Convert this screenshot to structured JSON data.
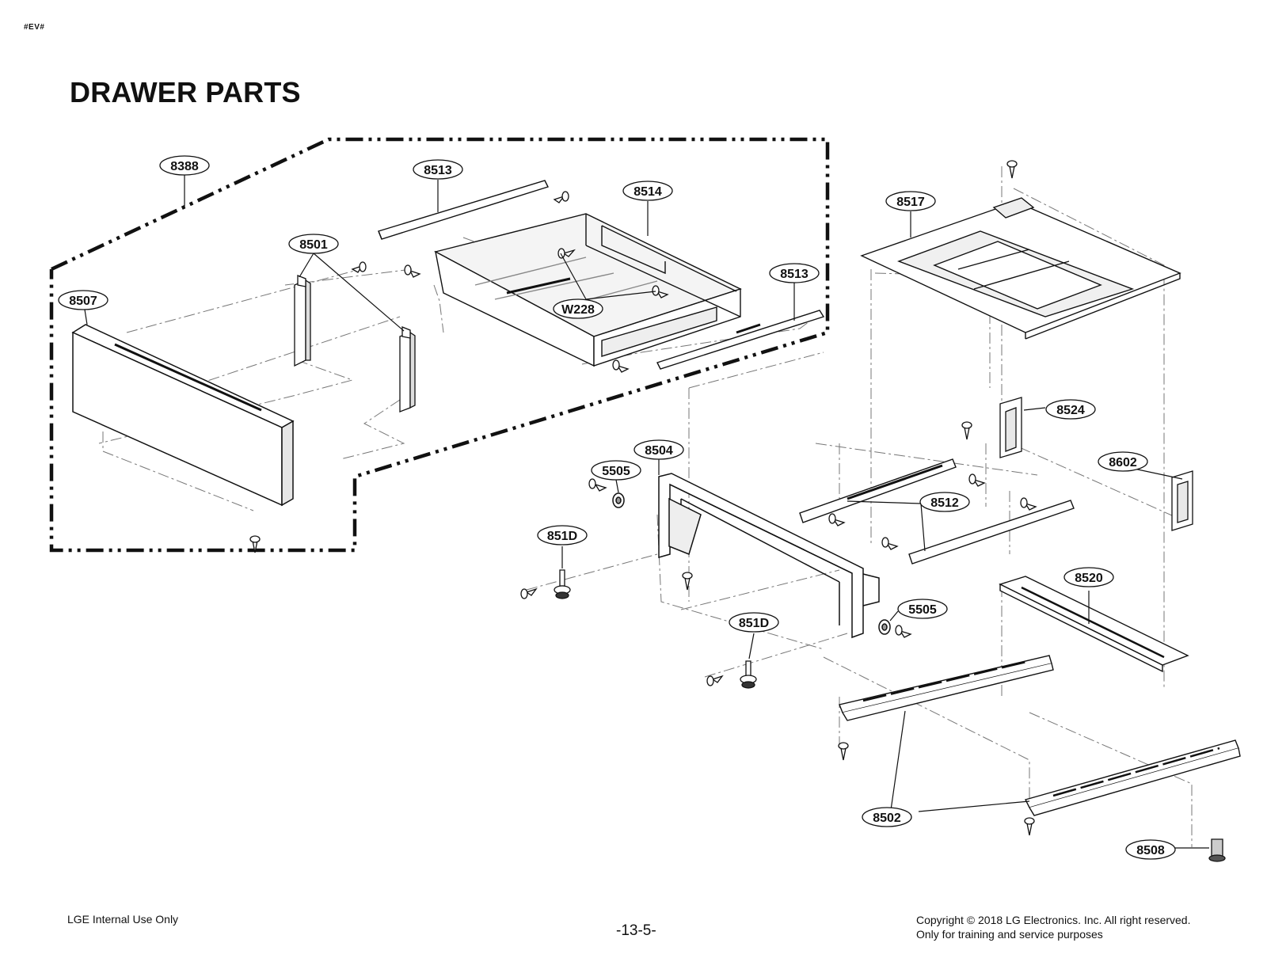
{
  "page": {
    "corner_code": "#EV#",
    "title": "DRAWER PARTS"
  },
  "callouts": [
    {
      "id": "8388",
      "label": "8388"
    },
    {
      "id": "8513-top",
      "label": "8513"
    },
    {
      "id": "8514",
      "label": "8514"
    },
    {
      "id": "8517",
      "label": "8517"
    },
    {
      "id": "8501",
      "label": "8501"
    },
    {
      "id": "8513-right",
      "label": "8513"
    },
    {
      "id": "8507",
      "label": "8507"
    },
    {
      "id": "W228",
      "label": "W228"
    },
    {
      "id": "8524",
      "label": "8524"
    },
    {
      "id": "8504",
      "label": "8504"
    },
    {
      "id": "8602",
      "label": "8602"
    },
    {
      "id": "5505-left",
      "label": "5505"
    },
    {
      "id": "8512",
      "label": "8512"
    },
    {
      "id": "851D-upper",
      "label": "851D"
    },
    {
      "id": "8520",
      "label": "8520"
    },
    {
      "id": "5505-right",
      "label": "5505"
    },
    {
      "id": "851D-lower",
      "label": "851D"
    },
    {
      "id": "8502",
      "label": "8502"
    },
    {
      "id": "8508",
      "label": "8508"
    }
  ],
  "footer": {
    "left": "LGE Internal Use Only",
    "page_number": "-13-5-",
    "copyright_line1": "Copyright © 2018 LG Electronics. Inc. All right reserved.",
    "copyright_line2": "Only for training and service purposes"
  }
}
